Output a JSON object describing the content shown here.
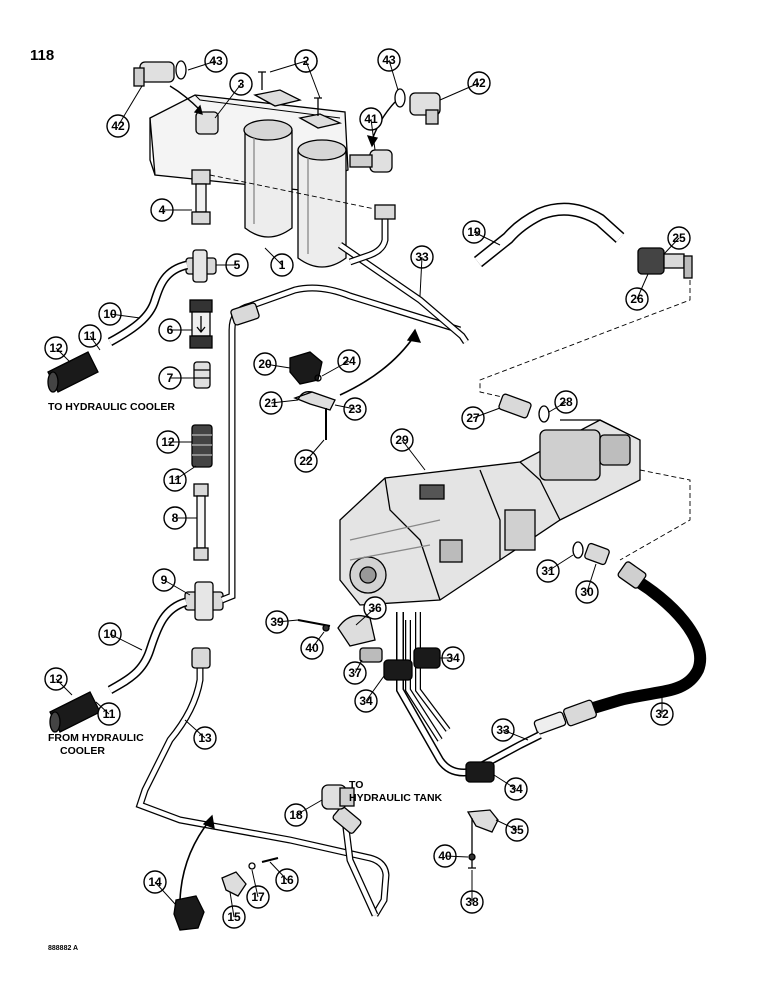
{
  "page_number": "118",
  "reference_code": "888882 A",
  "notes": {
    "to_cooler": "TO HYDRAULIC COOLER",
    "from_cooler_line1": "FROM HYDRAULIC",
    "from_cooler_line2": "COOLER",
    "to_tank_line1": "TO",
    "to_tank_line2": "HYDRAULIC TANK"
  },
  "callouts": [
    "1",
    "2",
    "3",
    "4",
    "5",
    "6",
    "7",
    "8",
    "9",
    "10",
    "11",
    "12",
    "13",
    "14",
    "15",
    "16",
    "17",
    "18",
    "19",
    "20",
    "21",
    "22",
    "23",
    "24",
    "25",
    "26",
    "27",
    "28",
    "29",
    "30",
    "31",
    "32",
    "33",
    "34",
    "35",
    "36",
    "37",
    "38",
    "39",
    "40",
    "41",
    "42",
    "43"
  ],
  "colors": {
    "ink": "#000000",
    "paper": "#ffffff",
    "shade": "#7a7a7a"
  }
}
